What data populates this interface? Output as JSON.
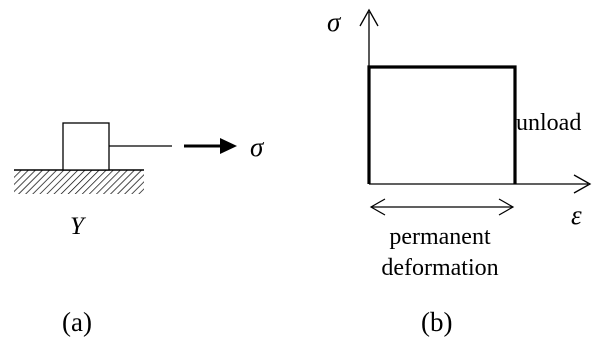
{
  "panel_a": {
    "force_symbol": "σ",
    "yield_symbol": "Y",
    "caption": "(a)"
  },
  "panel_b": {
    "y_axis_symbol": "σ",
    "x_axis_symbol": "ε",
    "unload_label": "unload",
    "permanent_label_line1": "permanent",
    "permanent_label_line2": "deformation",
    "caption": "(b)"
  }
}
